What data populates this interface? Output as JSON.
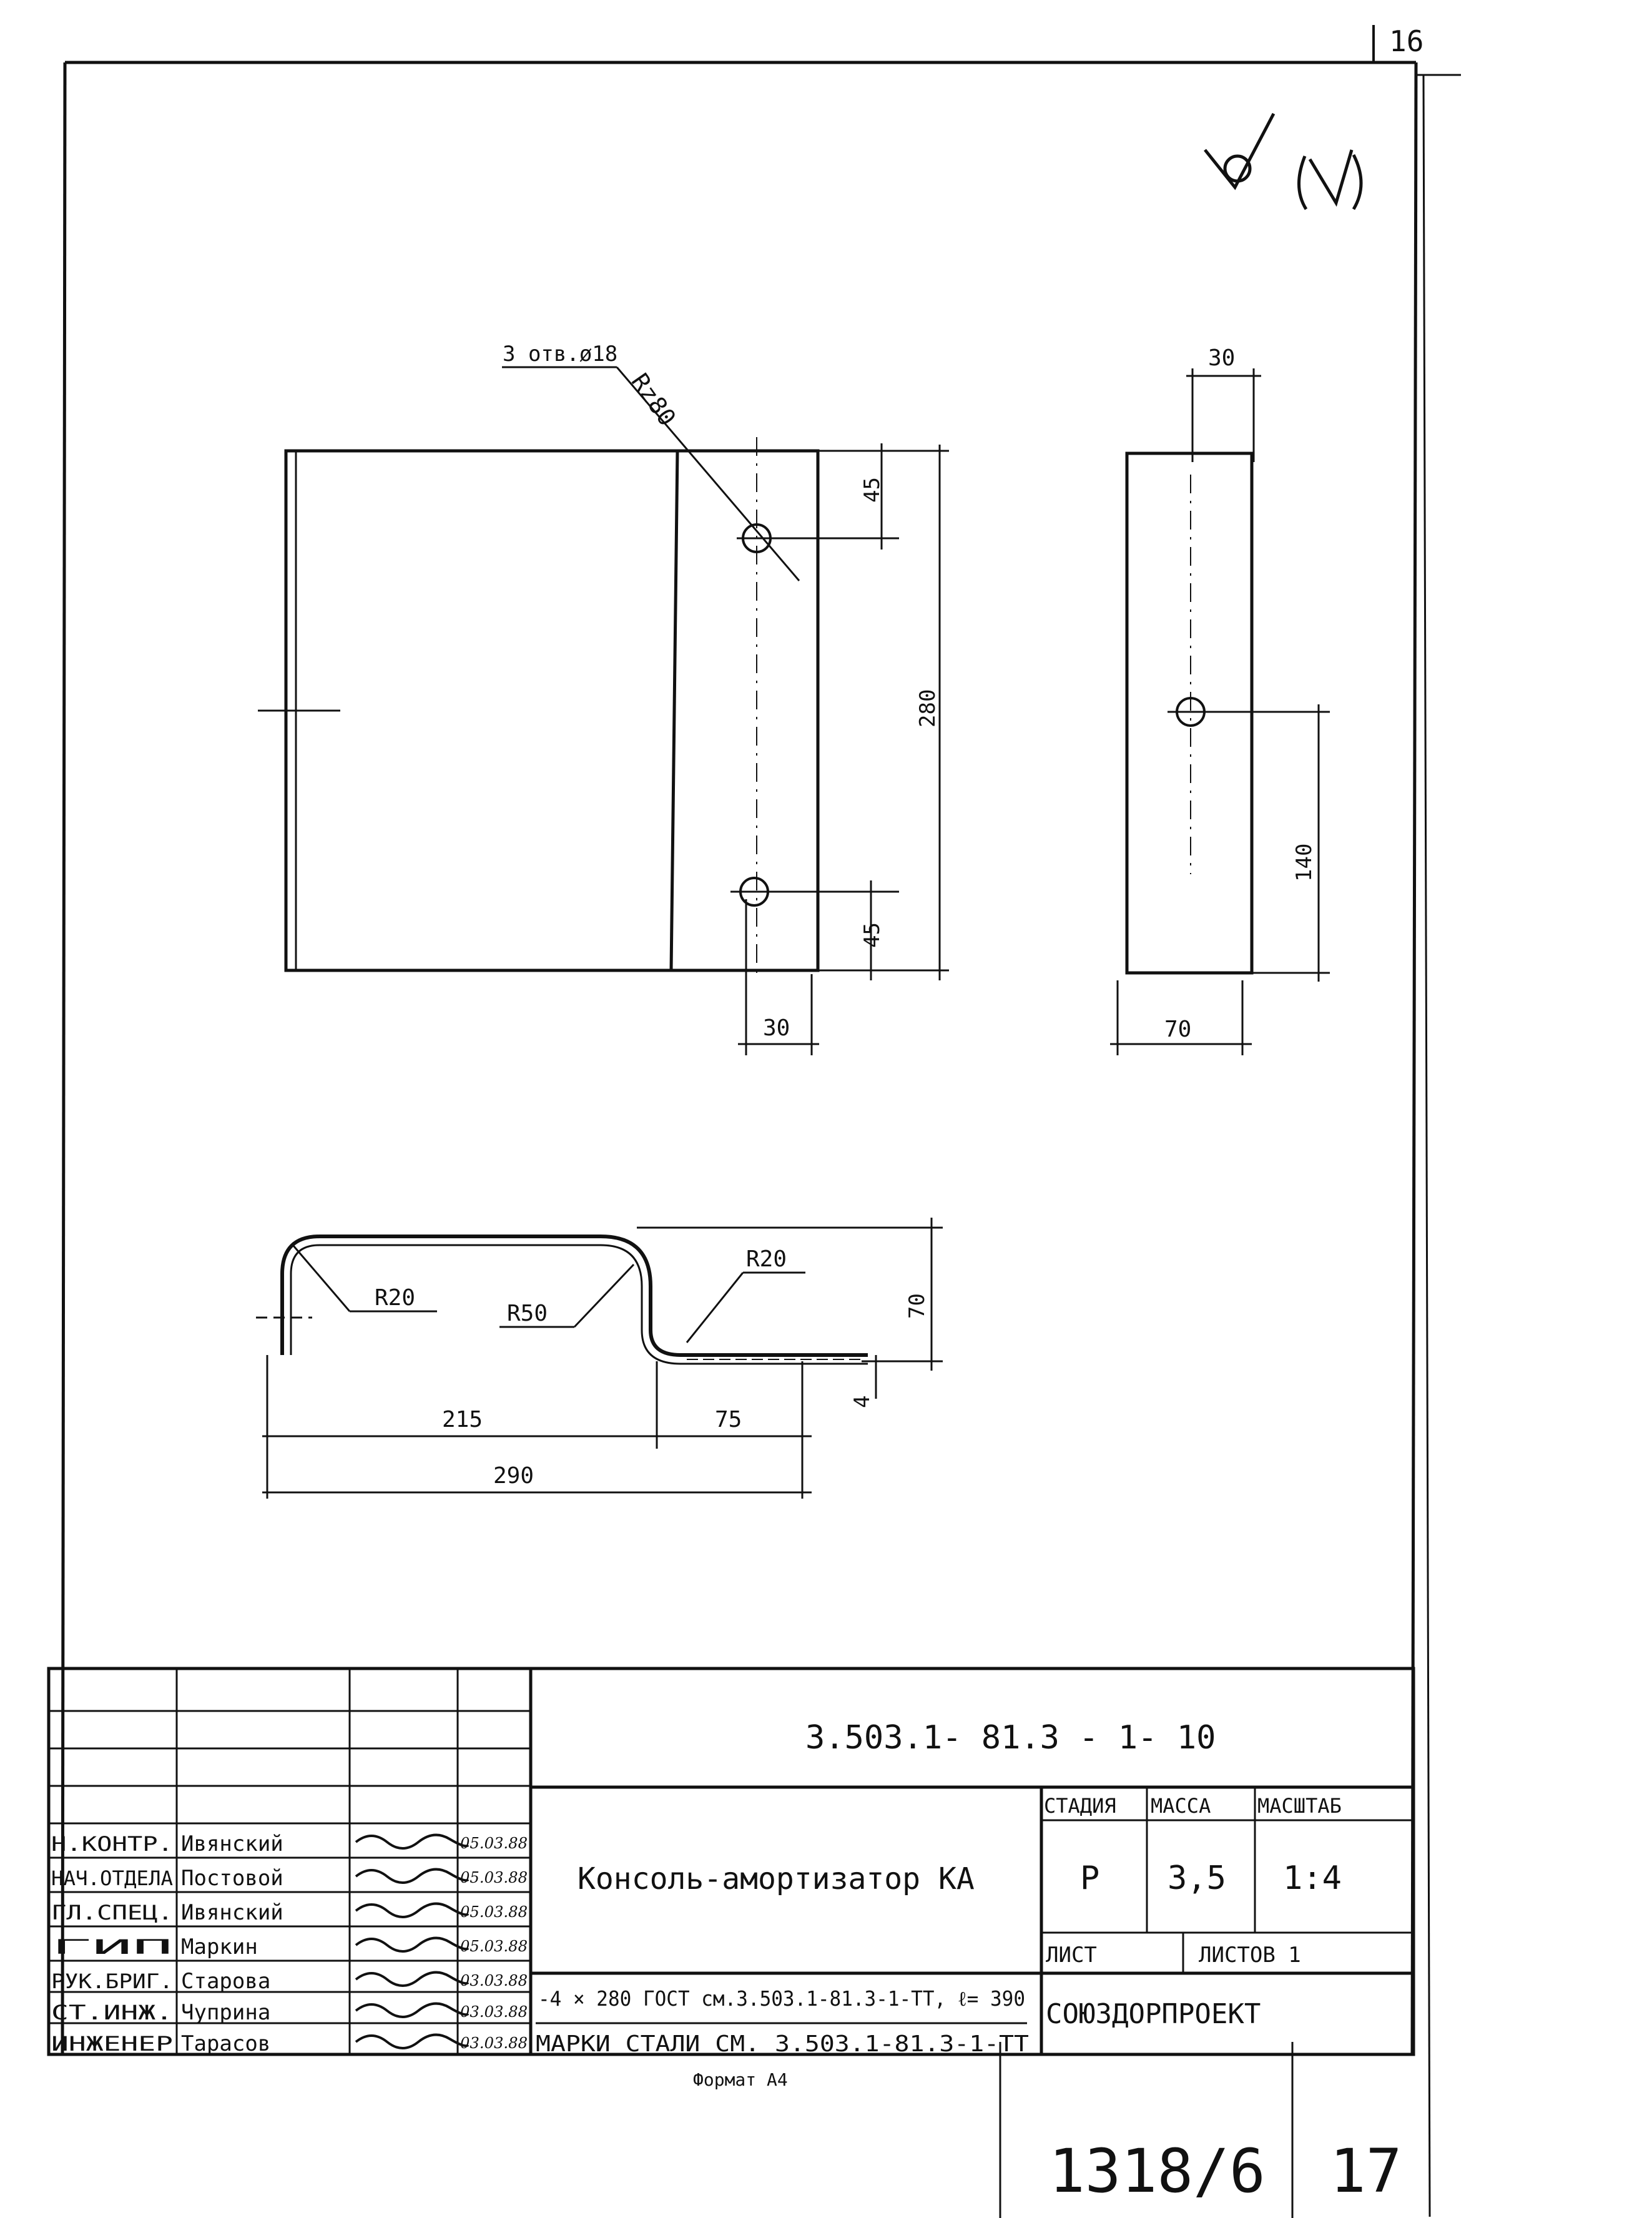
{
  "sheet_corner_number": "16",
  "roughness": {
    "sign": "∀",
    "paren": "(√)"
  },
  "drawing": {
    "hole_note": "3 отв.ø18",
    "rz_note": "Rz80",
    "dims": {
      "top_45": "45",
      "side_280": "280",
      "bottom_45": "45",
      "bottom_30": "30",
      "side_view_30": "30",
      "side_view_140": "140",
      "side_view_70": "70",
      "profile_r20_left": "R20",
      "profile_r50": "R50",
      "profile_r20_right": "R20",
      "profile_70": "70",
      "profile_4": "4",
      "profile_215": "215",
      "profile_75": "75",
      "profile_290": "290"
    }
  },
  "title_block": {
    "document_code": "3.503.1- 81.3 - 1- 10",
    "part_name": "Консоль-амортизатор КА",
    "headers": {
      "stage": "СТАДИЯ",
      "mass": "МАССА",
      "scale": "МАСШТАБ",
      "sheet": "ЛИСТ",
      "sheets": "ЛИСТОВ 1"
    },
    "values": {
      "stage": "Р",
      "mass": "3,5",
      "scale": "1:4"
    },
    "material_line": "-4 × 280 ГОСТ см.3.503.1-81.3-1-ТТ, ℓ= 390",
    "steel_line": "МАРКИ СТАЛИ СМ. 3.503.1-81.3-1-ТТ",
    "organization": "СОЮЗДОРПРОЕКТ",
    "signatures": [
      {
        "role": "Н.КОНТР.",
        "name": "Ивянский",
        "date": "05.03.88"
      },
      {
        "role": "НАЧ.ОТДЕЛА",
        "name": "Постовой",
        "date": "05.03.88"
      },
      {
        "role": "ГЛ.СПЕЦ.",
        "name": "Ивянский",
        "date": "05.03.88"
      },
      {
        "role": "ГИП",
        "name": "Маркин",
        "date": "05.03.88"
      },
      {
        "role": "РУК.БРИГ.",
        "name": "Старова",
        "date": "03.03.88"
      },
      {
        "role": "СТ.ИНЖ.",
        "name": "Чуприна",
        "date": "03.03.88"
      },
      {
        "role": "ИНЖЕНЕР",
        "name": "Тарасов",
        "date": "03.03.88"
      }
    ]
  },
  "format_label": "Формат А4",
  "archive_number": "1318/6",
  "page_number": "17"
}
